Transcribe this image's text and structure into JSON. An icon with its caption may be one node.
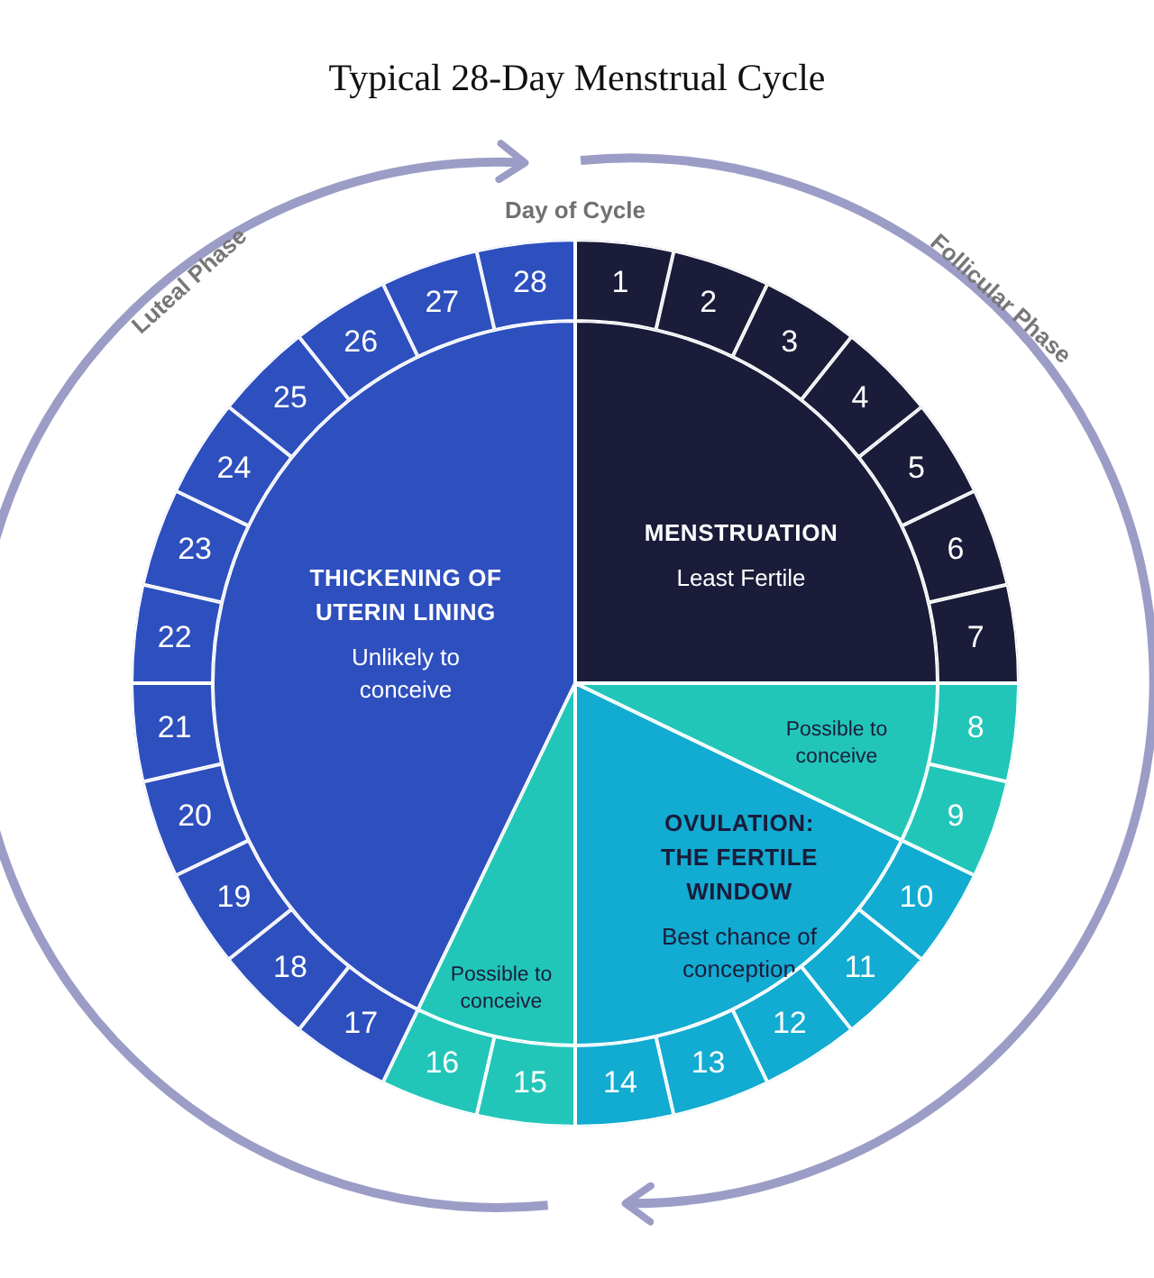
{
  "diagram": {
    "title": "Typical 28-Day Menstrual Cycle",
    "nodes": [
      {
        "text": [
          "MENSTRUATION",
          "Least Fertile"
        ]
      },
      {
        "text": [
          "Possible to conceive"
        ]
      },
      {
        "text": [
          "OVULATION: THE FERTILE WINDOW",
          "Best chance of conception"
        ]
      },
      {
        "text": [
          "Possible to conceive"
        ]
      },
      {
        "text": [
          "THICKENING OF UTERIN LINING",
          "Unlikely to conceive"
        ]
      },
      {
        "text": [
          "1"
        ]
      },
      {
        "text": [
          "2"
        ]
      },
      {
        "text": [
          "3"
        ]
      },
      {
        "text": [
          "4"
        ]
      },
      {
        "text": [
          "5"
        ]
      },
      {
        "text": [
          "6"
        ]
      },
      {
        "text": [
          "7"
        ]
      },
      {
        "text": [
          "8"
        ]
      },
      {
        "text": [
          "9"
        ]
      },
      {
        "text": [
          "10"
        ]
      },
      {
        "text": [
          "11"
        ]
      },
      {
        "text": [
          "12"
        ]
      },
      {
        "text": [
          "13"
        ]
      },
      {
        "text": [
          "14"
        ]
      },
      {
        "text": [
          "15"
        ]
      },
      {
        "text": [
          "16"
        ]
      },
      {
        "text": [
          "17"
        ]
      },
      {
        "text": [
          "18"
        ]
      },
      {
        "text": [
          "19"
        ]
      },
      {
        "text": [
          "20"
        ]
      },
      {
        "text": [
          "21"
        ]
      },
      {
        "text": [
          "22"
        ]
      },
      {
        "text": [
          "23"
        ]
      },
      {
        "text": [
          "24"
        ]
      },
      {
        "text": [
          "25"
        ]
      },
      {
        "text": [
          "26"
        ]
      },
      {
        "text": [
          "27"
        ]
      },
      {
        "text": [
          "28"
        ]
      }
    ],
    "labels": [
      "Day of Cycle",
      "Luteal Phase",
      "Follicular Phase"
    ]
  }
}
